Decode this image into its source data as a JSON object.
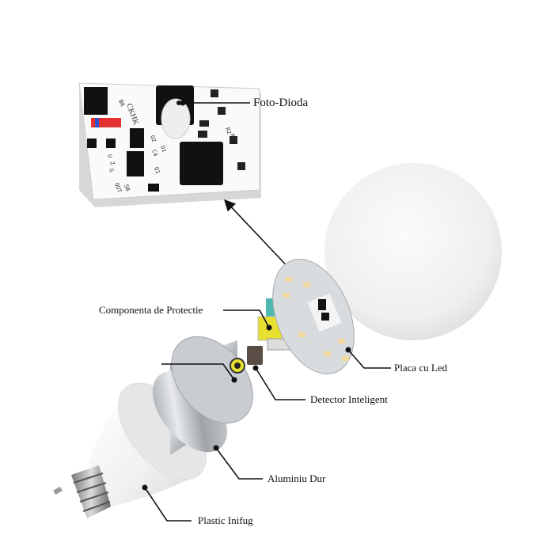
{
  "labels": {
    "photodiode": "Foto-Dioda",
    "protection": "Componenta de Protectie",
    "led_board": "Placa cu Led",
    "smart_detector": "Detector Inteligent",
    "aluminium": "Aluminiu Dur",
    "plastic": "Plastic Inifug"
  },
  "pcb_silkscreen": {
    "brand": "CKHK",
    "marks": [
      "BR",
      "R2",
      "R3",
      "Q2",
      "D1",
      "C4",
      "Q1",
      "U",
      "Z",
      "G",
      "OUT",
      "5B"
    ]
  },
  "colors": {
    "leader": "#111111",
    "aluminium": "#b8bcc0",
    "plastic": "#f2f2f2",
    "led_chip": "#f3d9a0",
    "protection": "#e8e030",
    "globe": "#f0f0f0"
  }
}
